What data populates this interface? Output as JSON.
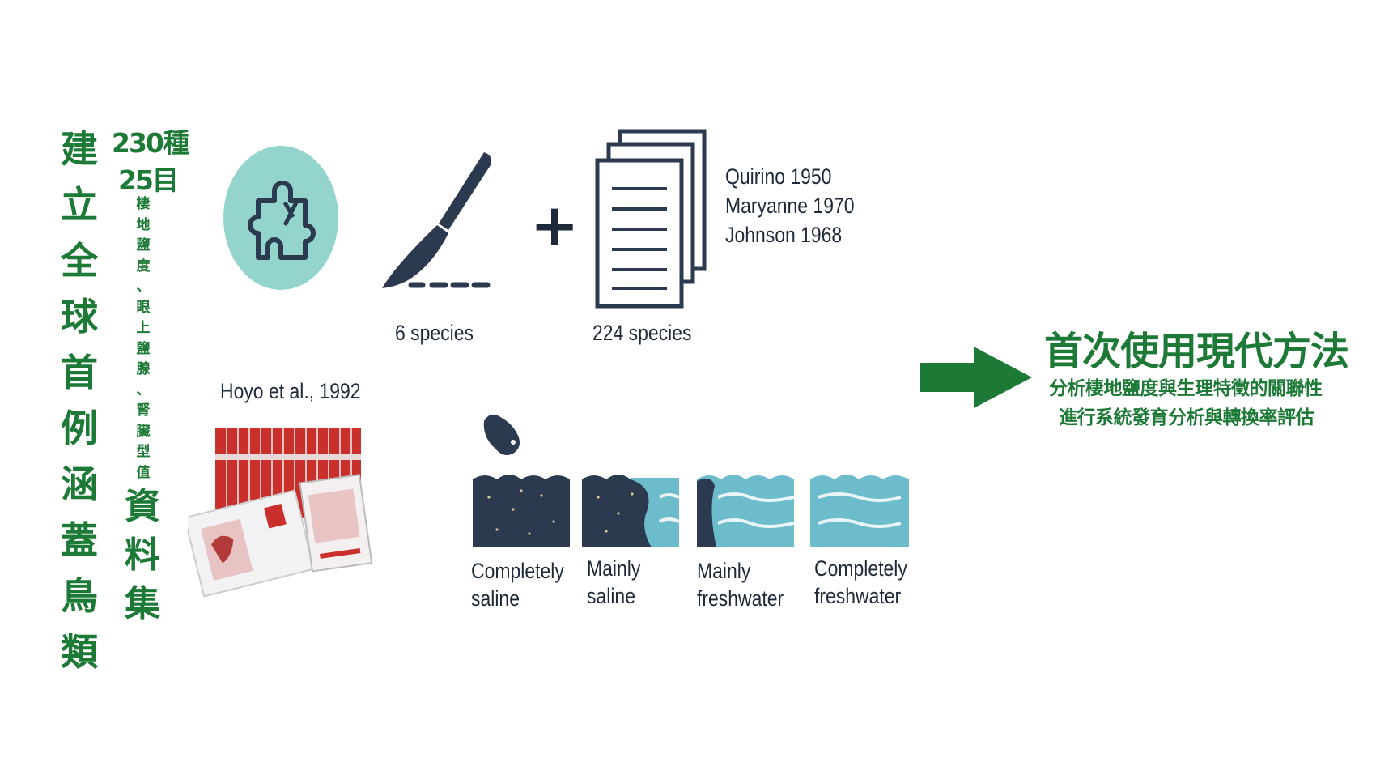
{
  "title_vertical": [
    "建",
    "立",
    "全",
    "球",
    "首",
    "例",
    "涵",
    "蓋",
    "鳥",
    "類"
  ],
  "count_species": "230種",
  "count_orders": "25目",
  "traits_vertical": [
    "棲",
    "地",
    "鹽",
    "度",
    "、",
    "眼",
    "上",
    "鹽",
    "腺",
    "、",
    "腎",
    "臟",
    "型",
    "值"
  ],
  "dataset_vertical": [
    "資",
    "料",
    "集"
  ],
  "dissection_label": "6 species",
  "literature_label": "224 species",
  "references": [
    "Quirino 1950",
    "Maryanne 1970",
    "Johnson 1968"
  ],
  "handbook_label": "Hoyo et al., 1992",
  "habitat_categories": [
    {
      "line1": "Completely",
      "line2": "saline"
    },
    {
      "line1": "Mainly",
      "line2": "saline"
    },
    {
      "line1": "Mainly",
      "line2": "freshwater"
    },
    {
      "line1": "Completely",
      "line2": "freshwater"
    }
  ],
  "plus_symbol": "+",
  "result_heading": "首次使用現代方法",
  "result_line1": "分析棲地鹽度與生理特徵的關聯性",
  "result_line2": "進行系統發育分析與轉換率評估",
  "colors": {
    "green": "#1d7a36",
    "navy": "#2b3a4f",
    "teal": "#93d5cd",
    "water": "#6cbccb",
    "red": "#c9302c"
  }
}
